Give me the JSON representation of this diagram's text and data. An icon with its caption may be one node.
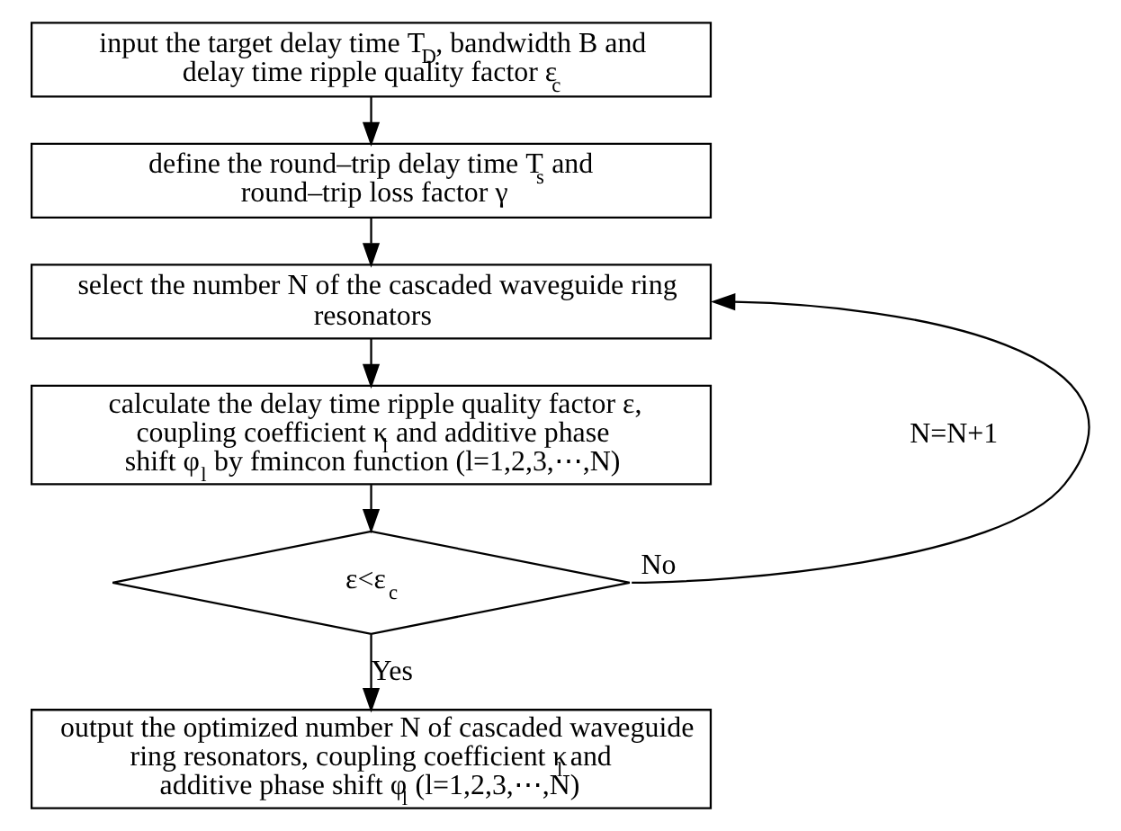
{
  "diagram": {
    "nodes": [
      {
        "text": [
          "input the target delay time T$_{D}$, bandwidth B and delay time ripple quality factor ε$_{c}$"
        ]
      },
      {
        "text": [
          "define the round–trip delay time T$_{s}$ and round–trip loss factor γ"
        ]
      },
      {
        "text": [
          "select the number N of the cascaded waveguide ring resonators"
        ]
      },
      {
        "text": [
          "calculate the delay time ripple quality factor ε, coupling coefficient κ$_{l}$ and additive phase shift φ$_{l}$ by fmincon function (l=1,2,3,⋯,N)"
        ]
      },
      {
        "text": [
          "ε<ε$_{c}$"
        ]
      },
      {
        "text": [
          "output the optimized number N of cascaded waveguide ring resonators, coupling coefficient κ$_{l}$ and additive phase shift φ$_{l}$ (l=1,2,3,⋯,N)"
        ]
      }
    ],
    "edges": [
      {
        "from": 0,
        "to": 1,
        "arrow": "to"
      },
      {
        "from": 1,
        "to": 2,
        "arrow": "to"
      },
      {
        "from": 2,
        "to": 3,
        "arrow": "to"
      },
      {
        "from": 3,
        "to": 4,
        "arrow": "to"
      },
      {
        "from": 4,
        "to": 5,
        "arrow": "to",
        "label": "Yes"
      },
      {
        "from": 4,
        "to": 2,
        "arrow": "to",
        "label": "No"
      }
    ],
    "labels": [
      "N=N+1"
    ]
  }
}
